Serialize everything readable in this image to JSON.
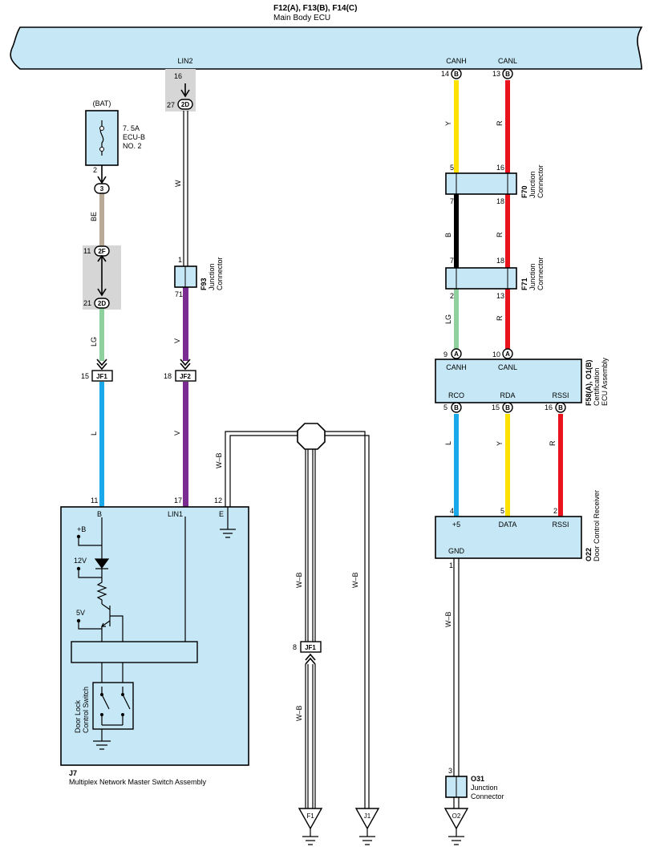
{
  "palette": {
    "panel": "#c6e8f6",
    "splice_grey": "#d6d6d6",
    "wire_Y": "#ffe100",
    "wire_R": "#e8131b",
    "wire_B": "#000000",
    "wire_LG": "#8fd19e",
    "wire_L": "#19a8ea",
    "wire_V": "#7b2c91",
    "wire_BE": "#b9aa97",
    "wire_W": "#ffffff",
    "wire_WB": "#ffffff"
  },
  "ecu": {
    "code": "F12(A), F13(B), F14(C)",
    "name": "Main Body ECU",
    "pin_lin2": "LIN2",
    "pin_canh": "CANH",
    "pin_canl": "CANL"
  },
  "fuse": {
    "source": "(BAT)",
    "rating": "7. 5A",
    "name1": "ECU-B",
    "name2": "NO. 2"
  },
  "pins": {
    "p16": "16",
    "p27": "27",
    "c2D": "2D",
    "p14": "14",
    "p13": "13",
    "cB": "B",
    "p2": "2",
    "c3": "3",
    "p11": "11",
    "c2F": "2F",
    "p21": "21",
    "p5": "5",
    "p16b": "16",
    "p7": "7",
    "p18": "18",
    "p7b": "7",
    "p18b": "18",
    "p1": "1",
    "p71": "71",
    "p2b": "2",
    "p13b": "13",
    "p9": "9",
    "cA": "A",
    "p10": "10",
    "p15": "15",
    "jf1": "JF1",
    "p18c": "18",
    "jf2": "JF2",
    "p5b": "5",
    "p15b": "15",
    "p16c": "16",
    "p11b": "11",
    "p17": "17",
    "p12": "12",
    "p4": "4",
    "p5c": "5",
    "p2c": "2",
    "p1b": "1",
    "p8": "8",
    "p3": "3"
  },
  "wires": {
    "Y": "Y",
    "R": "R",
    "B": "B",
    "LG": "LG",
    "BE": "BE",
    "W": "W",
    "V": "V",
    "L": "L",
    "WB": "W–B"
  },
  "connectors": {
    "f70_code": "F70",
    "f70_l1": "Junction",
    "f70_l2": "Connector",
    "f71_code": "F71",
    "f71_l1": "Junction",
    "f71_l2": "Connector",
    "f93_code": "F93",
    "f93_l1": "Junction",
    "f93_l2": "Connector",
    "o31_code": "O31",
    "o31_l1": "Junction",
    "o31_l2": "Connector"
  },
  "cert_ecu": {
    "code": "F58(A), O1(B)",
    "l1": "Certification",
    "l2": "ECU Assembly",
    "canh": "CANH",
    "canl": "CANL",
    "rco": "RCO",
    "rda": "RDA",
    "rssi": "RSSI"
  },
  "receiver": {
    "code": "O22",
    "name": "Door Control Receiver",
    "p5": "+5",
    "data": "DATA",
    "rssi": "RSSI",
    "gnd": "GND"
  },
  "j7": {
    "code": "J7",
    "name": "Multiplex Network Master Switch Assembly",
    "pin_b": "B",
    "pin_lin1": "LIN1",
    "pin_e": "E",
    "plus_b": "+B",
    "v12": "12V",
    "v5": "5V",
    "switch_l1": "Door Lock",
    "switch_l2": "Control Switch"
  },
  "grounds": {
    "f1": "F1",
    "j1": "J1",
    "o2": "O2"
  }
}
